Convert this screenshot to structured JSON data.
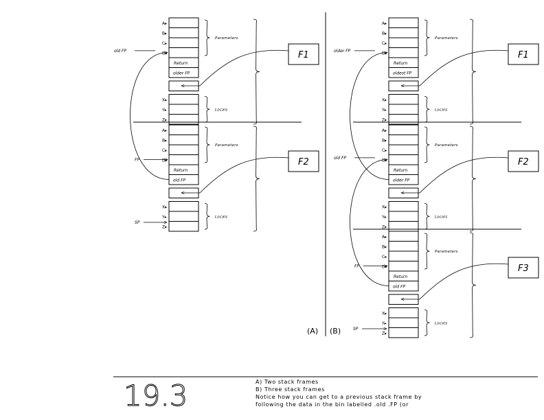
{
  "panel_a": {
    "frames": [
      {
        "param_labels": [
          "A",
          "B",
          "C",
          "D"
        ],
        "params_brace": "Parameters",
        "return_cell": "Return",
        "fp_cell": "older FP",
        "local_labels": [
          "X",
          "Y",
          "Z"
        ],
        "locals_brace": "Locals",
        "frame_box": "F1",
        "side_label": "old FP"
      },
      {
        "param_labels": [
          "A",
          "B",
          "C",
          "D"
        ],
        "params_brace": "Parameters",
        "return_cell": "Return",
        "fp_cell": "old FP",
        "local_labels": [
          "X",
          "Y",
          "Z"
        ],
        "locals_brace": "Locals",
        "frame_box": "F2",
        "side_label": "FP"
      }
    ],
    "sp_label": "SP",
    "panel_label": "(A)"
  },
  "panel_b": {
    "frames": [
      {
        "param_labels": [
          "A",
          "B",
          "C",
          "D"
        ],
        "params_brace": "Parameters",
        "return_cell": "Return",
        "fp_cell": "oldest FP",
        "local_labels": [
          "X",
          "Y",
          "Z"
        ],
        "locals_brace": "Locals",
        "frame_box": "F1",
        "side_label": "older FP"
      },
      {
        "param_labels": [
          "A",
          "B",
          "C",
          "D"
        ],
        "params_brace": "Parameters",
        "return_cell": "Return",
        "fp_cell": "older FP",
        "local_labels": [
          "X",
          "Y",
          "Z"
        ],
        "locals_brace": "Locals",
        "frame_box": "F2",
        "side_label": "old FP"
      },
      {
        "param_labels": [
          "A",
          "B",
          "C",
          "D"
        ],
        "params_brace": "Parameters",
        "return_cell": "Return",
        "fp_cell": "old FP",
        "local_labels": [
          "X",
          "Y",
          "Z"
        ],
        "locals_brace": "Locals",
        "frame_box": "F3",
        "side_label": "FP"
      }
    ],
    "sp_label": "SP",
    "panel_label": "(B)"
  },
  "figure": {
    "number": "19.3",
    "caption_lines": [
      "A)   Two stack frames",
      "B)   Three stack frames",
      "Notice how you can get to a previous stack frame by",
      "following the data in the bin labelled .old .FP (or"
    ]
  }
}
